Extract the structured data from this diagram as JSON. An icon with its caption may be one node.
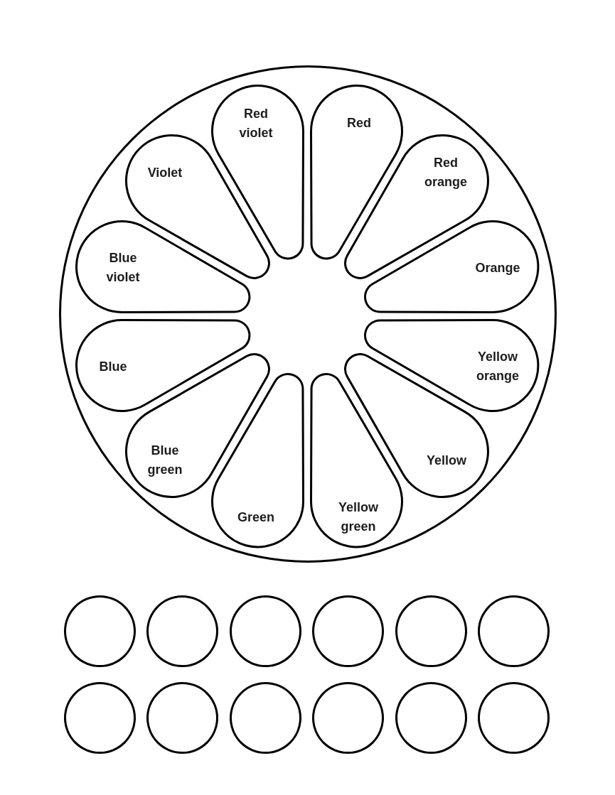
{
  "diagram": {
    "nodes": [
      {
        "text": [],
        "shape": "circle"
      },
      {
        "text": [
          "Red"
        ],
        "in": 0
      },
      {
        "text": [
          "Red orange"
        ],
        "in": 0
      },
      {
        "text": [
          "Orange"
        ],
        "in": 0
      },
      {
        "text": [
          "Yellow orange"
        ],
        "in": 0
      },
      {
        "text": [
          "Yellow"
        ],
        "in": 0
      },
      {
        "text": [
          "Yellow green"
        ],
        "in": 0
      },
      {
        "text": [
          "Green"
        ],
        "in": 0
      },
      {
        "text": [
          "Blue green"
        ],
        "in": 0
      },
      {
        "text": [
          "Blue"
        ],
        "in": 0
      },
      {
        "text": [
          "Blue violet"
        ],
        "in": 0
      },
      {
        "text": [
          "Violet"
        ],
        "in": 0
      },
      {
        "text": [
          "Red violet"
        ],
        "in": 0
      },
      {
        "text": [],
        "shape": "circle"
      },
      {
        "text": [],
        "shape": "circle"
      },
      {
        "text": [],
        "shape": "circle"
      },
      {
        "text": [],
        "shape": "circle"
      },
      {
        "text": [],
        "shape": "circle"
      },
      {
        "text": [],
        "shape": "circle"
      },
      {
        "text": [],
        "shape": "circle"
      },
      {
        "text": [],
        "shape": "circle"
      },
      {
        "text": [],
        "shape": "circle"
      },
      {
        "text": [],
        "shape": "circle"
      },
      {
        "text": [],
        "shape": "circle"
      },
      {
        "text": [],
        "shape": "circle"
      }
    ]
  }
}
